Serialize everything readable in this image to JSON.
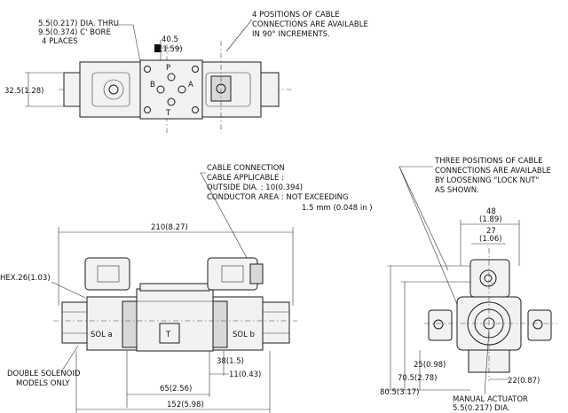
{
  "top_view": {
    "hole_note": [
      "5.5(0.217) DIA. THRU",
      "9.5(0.374) C' BORE",
      "4 PLACES"
    ],
    "dim_height": "32.5(1.28)",
    "dim_offset_top": "40.5",
    "dim_offset_bottom": "(1.59)",
    "ports": {
      "p": "P",
      "a": "A",
      "b": "B",
      "t": "T"
    },
    "cable_note": [
      "4 POSITIONS OF CABLE",
      "CONNECTIONS ARE AVAILABLE",
      "IN 90° INCREMENTS."
    ]
  },
  "front_view": {
    "cable_spec": [
      "CABLE CONNECTION",
      "CABLE APPLICABLE :",
      "OUTSIDE DIA. : 10(0.394)",
      "CONDUCTOR AREA : NOT EXCEEDING",
      "1.5 mm  (0.048 in )"
    ],
    "dim_overall": "210(8.27)",
    "hex_note": "HEX.26(1.03)",
    "sol_a": "SOL a",
    "sol_b": "SOL b",
    "t_port": "T",
    "double_note": [
      "DOUBLE SOLENOID",
      "MODELS ONLY"
    ],
    "dim_38": "38(1.5)",
    "dim_11": "11(0.43)",
    "dim_65": "65(2.56)",
    "dim_152": "152(5.98)"
  },
  "side_view": {
    "cable_note": [
      "THREE POSITIONS OF CABLE",
      "CONNECTIONS ARE AVAILABLE",
      "BY LOOSENING \"LOCK NUT\"",
      "AS SHOWN."
    ],
    "dim_48": "48",
    "dim_48_in": "(1.89)",
    "dim_27": "27",
    "dim_27_in": "(1.06)",
    "dim_25": "25(0.98)",
    "dim_22": "22(0.87)",
    "dim_70": "70.5(2.78)",
    "dim_80": "80.5(3.17)",
    "manual_note": [
      "MANUAL ACTUATOR",
      "5.5(0.217) DIA."
    ]
  }
}
